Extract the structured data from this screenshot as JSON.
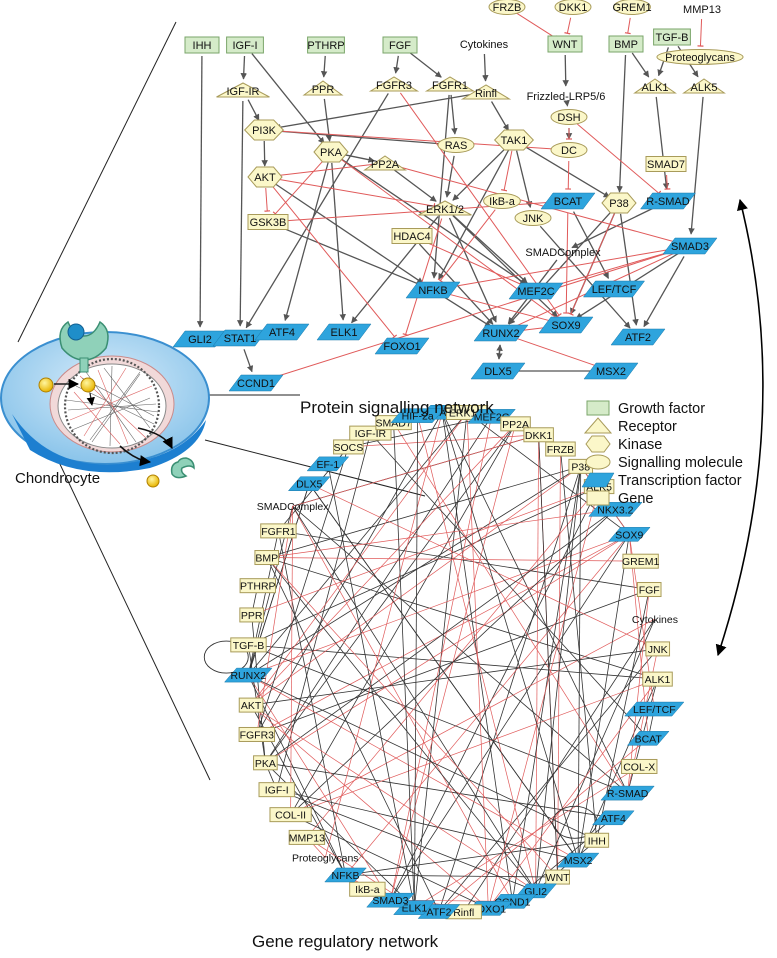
{
  "titles": {
    "protein": "Protein signalling network",
    "gene": "Gene regulatory network",
    "cell": "Chondrocyte"
  },
  "legend": [
    {
      "key": "growth",
      "label": "Growth factor",
      "fill": "#d5ebc9",
      "stroke": "#7aa56a"
    },
    {
      "key": "receptor",
      "label": "Receptor",
      "fill": "#fbf7c9",
      "stroke": "#a89b5a"
    },
    {
      "key": "kinase",
      "label": "Kinase",
      "fill": "#fbf7c9",
      "stroke": "#a89b5a"
    },
    {
      "key": "signal",
      "label": "Signalling molecule",
      "fill": "#fbf7c9",
      "stroke": "#a89b5a"
    },
    {
      "key": "tf",
      "label": "Transcription factor",
      "fill": "#2ea4dd",
      "stroke": "#1a78a8"
    },
    {
      "key": "gene",
      "label": "Gene",
      "fill": "#fbf7c9",
      "stroke": "#a89b5a"
    }
  ],
  "colors": {
    "activation": "#555555",
    "inhibition": "#e05a5a",
    "tf": "#2ea4dd",
    "growth": "#d5ebc9",
    "pale": "#fbf7c9"
  },
  "protein_nodes": [
    {
      "id": "IHH",
      "label": "IHH",
      "type": "growth"
    },
    {
      "id": "IGF-I",
      "label": "IGF-I",
      "type": "growth"
    },
    {
      "id": "PTHRP",
      "label": "PTHRP",
      "type": "growth"
    },
    {
      "id": "FGF",
      "label": "FGF",
      "type": "growth"
    },
    {
      "id": "Cytokines",
      "label": "Cytokines",
      "type": "plain"
    },
    {
      "id": "FRZB",
      "label": "FRZB",
      "type": "signal"
    },
    {
      "id": "DKK1",
      "label": "DKK1",
      "type": "signal"
    },
    {
      "id": "GREM1",
      "label": "GREM1",
      "type": "signal"
    },
    {
      "id": "MMP13",
      "label": "MMP13",
      "type": "plain"
    },
    {
      "id": "WNT",
      "label": "WNT",
      "type": "growth"
    },
    {
      "id": "BMP",
      "label": "BMP",
      "type": "growth"
    },
    {
      "id": "TGF-B",
      "label": "TGF-B",
      "type": "growth"
    },
    {
      "id": "Proteoglycans",
      "label": "Proteoglycans",
      "type": "signal"
    },
    {
      "id": "IGF-IR",
      "label": "IGF-IR",
      "type": "receptor"
    },
    {
      "id": "PPR",
      "label": "PPR",
      "type": "receptor"
    },
    {
      "id": "FGFR3",
      "label": "FGFR3",
      "type": "receptor"
    },
    {
      "id": "FGFR1",
      "label": "FGFR1",
      "type": "receptor"
    },
    {
      "id": "Rinfl",
      "label": "Rinfl",
      "type": "receptor"
    },
    {
      "id": "Frizzled-LRP5/6",
      "label": "Frizzled-LRP5/6",
      "type": "plain"
    },
    {
      "id": "ALK1",
      "label": "ALK1",
      "type": "receptor"
    },
    {
      "id": "ALK5",
      "label": "ALK5",
      "type": "receptor"
    },
    {
      "id": "PI3K",
      "label": "PI3K",
      "type": "kinase"
    },
    {
      "id": "DSH",
      "label": "DSH",
      "type": "signal"
    },
    {
      "id": "PKA",
      "label": "PKA",
      "type": "kinase"
    },
    {
      "id": "RAS",
      "label": "RAS",
      "type": "signal"
    },
    {
      "id": "TAK1",
      "label": "TAK1",
      "type": "kinase"
    },
    {
      "id": "DC",
      "label": "DC",
      "type": "signal"
    },
    {
      "id": "PP2A",
      "label": "PP2A",
      "type": "receptor"
    },
    {
      "id": "AKT",
      "label": "AKT",
      "type": "kinase"
    },
    {
      "id": "SMAD7",
      "label": "SMAD7",
      "type": "gene"
    },
    {
      "id": "IkB-a",
      "label": "IkB-a",
      "type": "signal"
    },
    {
      "id": "ERK1/2",
      "label": "ERK1/2",
      "type": "receptor"
    },
    {
      "id": "BCAT",
      "label": "BCAT",
      "type": "tf"
    },
    {
      "id": "P38",
      "label": "P38",
      "type": "kinase"
    },
    {
      "id": "R-SMAD",
      "label": "R-SMAD",
      "type": "tf"
    },
    {
      "id": "GSK3B",
      "label": "GSK3B",
      "type": "gene"
    },
    {
      "id": "JNK",
      "label": "JNK",
      "type": "signal"
    },
    {
      "id": "HDAC4",
      "label": "HDAC4",
      "type": "gene"
    },
    {
      "id": "SMADComplex",
      "label": "SMADComplex",
      "type": "plain"
    },
    {
      "id": "SMAD3",
      "label": "SMAD3",
      "type": "tf"
    },
    {
      "id": "NFKB",
      "label": "NFKB",
      "type": "tf"
    },
    {
      "id": "MEF2C",
      "label": "MEF2C",
      "type": "tf"
    },
    {
      "id": "LEF/TCF",
      "label": "LEF/TCF",
      "type": "tf"
    },
    {
      "id": "SOX9",
      "label": "SOX9",
      "type": "tf"
    },
    {
      "id": "ATF2",
      "label": "ATF2",
      "type": "tf"
    },
    {
      "id": "GLI2",
      "label": "GLI2",
      "type": "tf"
    },
    {
      "id": "STAT1",
      "label": "STAT1",
      "type": "tf"
    },
    {
      "id": "ATF4",
      "label": "ATF4",
      "type": "tf"
    },
    {
      "id": "ELK1",
      "label": "ELK1",
      "type": "tf"
    },
    {
      "id": "FOXO1",
      "label": "FOXO1",
      "type": "tf"
    },
    {
      "id": "RUNX2",
      "label": "RUNX2",
      "type": "tf"
    },
    {
      "id": "CCND1",
      "label": "CCND1",
      "type": "tf"
    },
    {
      "id": "DLX5",
      "label": "DLX5",
      "type": "tf"
    },
    {
      "id": "MSX2",
      "label": "MSX2",
      "type": "tf"
    }
  ],
  "protein_edges_act": [
    [
      "IHH",
      "GLI2"
    ],
    [
      "IGF-I",
      "IGF-IR"
    ],
    [
      "IGF-I",
      "PKA"
    ],
    [
      "PTHRP",
      "PPR"
    ],
    [
      "FGF",
      "FGFR3"
    ],
    [
      "FGF",
      "FGFR1"
    ],
    [
      "Cytokines",
      "Rinfl"
    ],
    [
      "WNT",
      "Frizzled-LRP5/6"
    ],
    [
      "Frizzled-LRP5/6",
      "DSH"
    ],
    [
      "BMP",
      "ALK1"
    ],
    [
      "BMP",
      "P38"
    ],
    [
      "TGF-B",
      "ALK5"
    ],
    [
      "TGF-B",
      "ALK1"
    ],
    [
      "IGF-IR",
      "PI3K"
    ],
    [
      "IGF-IR",
      "STAT1"
    ],
    [
      "PPR",
      "PKA"
    ],
    [
      "FGFR3",
      "STAT1"
    ],
    [
      "FGFR1",
      "RAS"
    ],
    [
      "FGFR1",
      "NFKB"
    ],
    [
      "Rinfl",
      "PI3K"
    ],
    [
      "Rinfl",
      "TAK1"
    ],
    [
      "PI3K",
      "AKT"
    ],
    [
      "PI3K",
      "RAS"
    ],
    [
      "PKA",
      "PP2A"
    ],
    [
      "PKA",
      "ATF4"
    ],
    [
      "RAS",
      "ERK1/2"
    ],
    [
      "TAK1",
      "P38"
    ],
    [
      "TAK1",
      "JNK"
    ],
    [
      "TAK1",
      "NFKB"
    ],
    [
      "TAK1",
      "ERK1/2"
    ],
    [
      "ALK1",
      "R-SMAD"
    ],
    [
      "ALK5",
      "SMAD3"
    ],
    [
      "ERK1/2",
      "ELK1"
    ],
    [
      "ERK1/2",
      "RUNX2"
    ],
    [
      "ERK1/2",
      "SOX9"
    ],
    [
      "P38",
      "ATF2"
    ],
    [
      "P38",
      "RUNX2"
    ],
    [
      "P38",
      "SOX9"
    ],
    [
      "BCAT",
      "LEF/TCF"
    ],
    [
      "JNK",
      "ATF2"
    ],
    [
      "R-SMAD",
      "SMADComplex"
    ],
    [
      "SMADComplex",
      "RUNX2"
    ],
    [
      "SMAD3",
      "SOX9"
    ],
    [
      "SMAD3",
      "ATF2"
    ],
    [
      "NFKB",
      "RUNX2"
    ],
    [
      "RUNX2",
      "DLX5"
    ],
    [
      "DLX5",
      "RUNX2"
    ],
    [
      "MSX2",
      "DLX5"
    ],
    [
      "HDAC4",
      "RUNX2"
    ],
    [
      "AKT",
      "NFKB"
    ],
    [
      "PP2A",
      "ERK1/2"
    ],
    [
      "STAT1",
      "CCND1"
    ],
    [
      "PKA",
      "MEF2C"
    ],
    [
      "DSH",
      "DC"
    ],
    [
      "GSK3B",
      "NFKB"
    ],
    [
      "PKA",
      "ELK1"
    ],
    [
      "ERK1/2",
      "MEF2C"
    ]
  ],
  "protein_edges_inh": [
    [
      "FRZB",
      "WNT"
    ],
    [
      "DKK1",
      "WNT"
    ],
    [
      "GREM1",
      "BMP"
    ],
    [
      "MMP13",
      "Proteoglycans"
    ],
    [
      "DSH",
      "DC"
    ],
    [
      "DC",
      "BCAT"
    ],
    [
      "AKT",
      "GSK3B"
    ],
    [
      "AKT",
      "FOXO1"
    ],
    [
      "PKA",
      "GSK3B"
    ],
    [
      "PP2A",
      "AKT"
    ],
    [
      "IkB-a",
      "NFKB"
    ],
    [
      "SMAD7",
      "R-SMAD"
    ],
    [
      "HDAC4",
      "MEF2C"
    ],
    [
      "SMAD3",
      "RUNX2"
    ],
    [
      "SMAD3",
      "CCND1"
    ],
    [
      "RUNX2",
      "MSX2"
    ],
    [
      "SOX9",
      "RUNX2"
    ],
    [
      "GSK3B",
      "BCAT"
    ],
    [
      "ERK1/2",
      "FOXO1"
    ],
    [
      "PKA",
      "SOX9"
    ],
    [
      "NFKB",
      "SOX9"
    ],
    [
      "FGFR3",
      "SOX9"
    ],
    [
      "SMAD3",
      "MEF2C"
    ],
    [
      "TAK1",
      "IkB-a"
    ],
    [
      "P38",
      "SOX9"
    ],
    [
      "BCAT",
      "SOX9"
    ],
    [
      "SMAD3",
      "NFKB"
    ],
    [
      "PI3K",
      "DC"
    ],
    [
      "DSH",
      "R-SMAD"
    ],
    [
      "PP2A",
      "SMAD3"
    ],
    [
      "AKT",
      "ERK1/2"
    ]
  ],
  "gene_nodes": [
    {
      "label": "STAT1",
      "type": "tf"
    },
    {
      "label": "ERK1/2",
      "type": "gene"
    },
    {
      "label": "MEF2C",
      "type": "tf"
    },
    {
      "label": "PP2A",
      "type": "gene"
    },
    {
      "label": "DKK1",
      "type": "gene"
    },
    {
      "label": "FRZB",
      "type": "gene"
    },
    {
      "label": "P38",
      "type": "gene"
    },
    {
      "label": "ALK5",
      "type": "gene"
    },
    {
      "label": "NKX3.2",
      "type": "tf"
    },
    {
      "label": "SOX9",
      "type": "tf"
    },
    {
      "label": "GREM1",
      "type": "gene"
    },
    {
      "label": "FGF",
      "type": "gene"
    },
    {
      "label": "Cytokines",
      "type": "plain"
    },
    {
      "label": "JNK",
      "type": "gene"
    },
    {
      "label": "ALK1",
      "type": "gene"
    },
    {
      "label": "LEF/TCF",
      "type": "tf"
    },
    {
      "label": "BCAT",
      "type": "tf"
    },
    {
      "label": "COL-X",
      "type": "gene"
    },
    {
      "label": "R-SMAD",
      "type": "tf"
    },
    {
      "label": "ATF4",
      "type": "tf"
    },
    {
      "label": "IHH",
      "type": "gene"
    },
    {
      "label": "MSX2",
      "type": "tf"
    },
    {
      "label": "WNT",
      "type": "gene"
    },
    {
      "label": "GLI2",
      "type": "tf"
    },
    {
      "label": "CCND1",
      "type": "tf"
    },
    {
      "label": "FOXO1",
      "type": "tf"
    },
    {
      "label": "Rinfl",
      "type": "gene"
    },
    {
      "label": "ATF2",
      "type": "tf"
    },
    {
      "label": "ELK1",
      "type": "tf"
    },
    {
      "label": "SMAD3",
      "type": "tf"
    },
    {
      "label": "IkB-a",
      "type": "gene"
    },
    {
      "label": "NFKB",
      "type": "tf"
    },
    {
      "label": "Proteoglycans",
      "type": "plain"
    },
    {
      "label": "MMP13",
      "type": "gene"
    },
    {
      "label": "COL-II",
      "type": "gene"
    },
    {
      "label": "IGF-I",
      "type": "gene"
    },
    {
      "label": "PKA",
      "type": "gene"
    },
    {
      "label": "FGFR3",
      "type": "gene"
    },
    {
      "label": "AKT",
      "type": "gene"
    },
    {
      "label": "RUNX2",
      "type": "tf"
    },
    {
      "label": "TGF-B",
      "type": "gene"
    },
    {
      "label": "PPR",
      "type": "gene"
    },
    {
      "label": "PTHRP",
      "type": "gene"
    },
    {
      "label": "BMP",
      "type": "gene"
    },
    {
      "label": "FGFR1",
      "type": "gene"
    },
    {
      "label": "SMADComplex",
      "type": "plain"
    },
    {
      "label": "DLX5",
      "type": "tf"
    },
    {
      "label": "EF-1",
      "type": "tf"
    },
    {
      "label": "SOCS",
      "type": "gene"
    },
    {
      "label": "IGF-IR",
      "type": "gene"
    },
    {
      "label": "SMAD7",
      "type": "gene"
    },
    {
      "label": "HIF-2a",
      "type": "tf"
    }
  ]
}
